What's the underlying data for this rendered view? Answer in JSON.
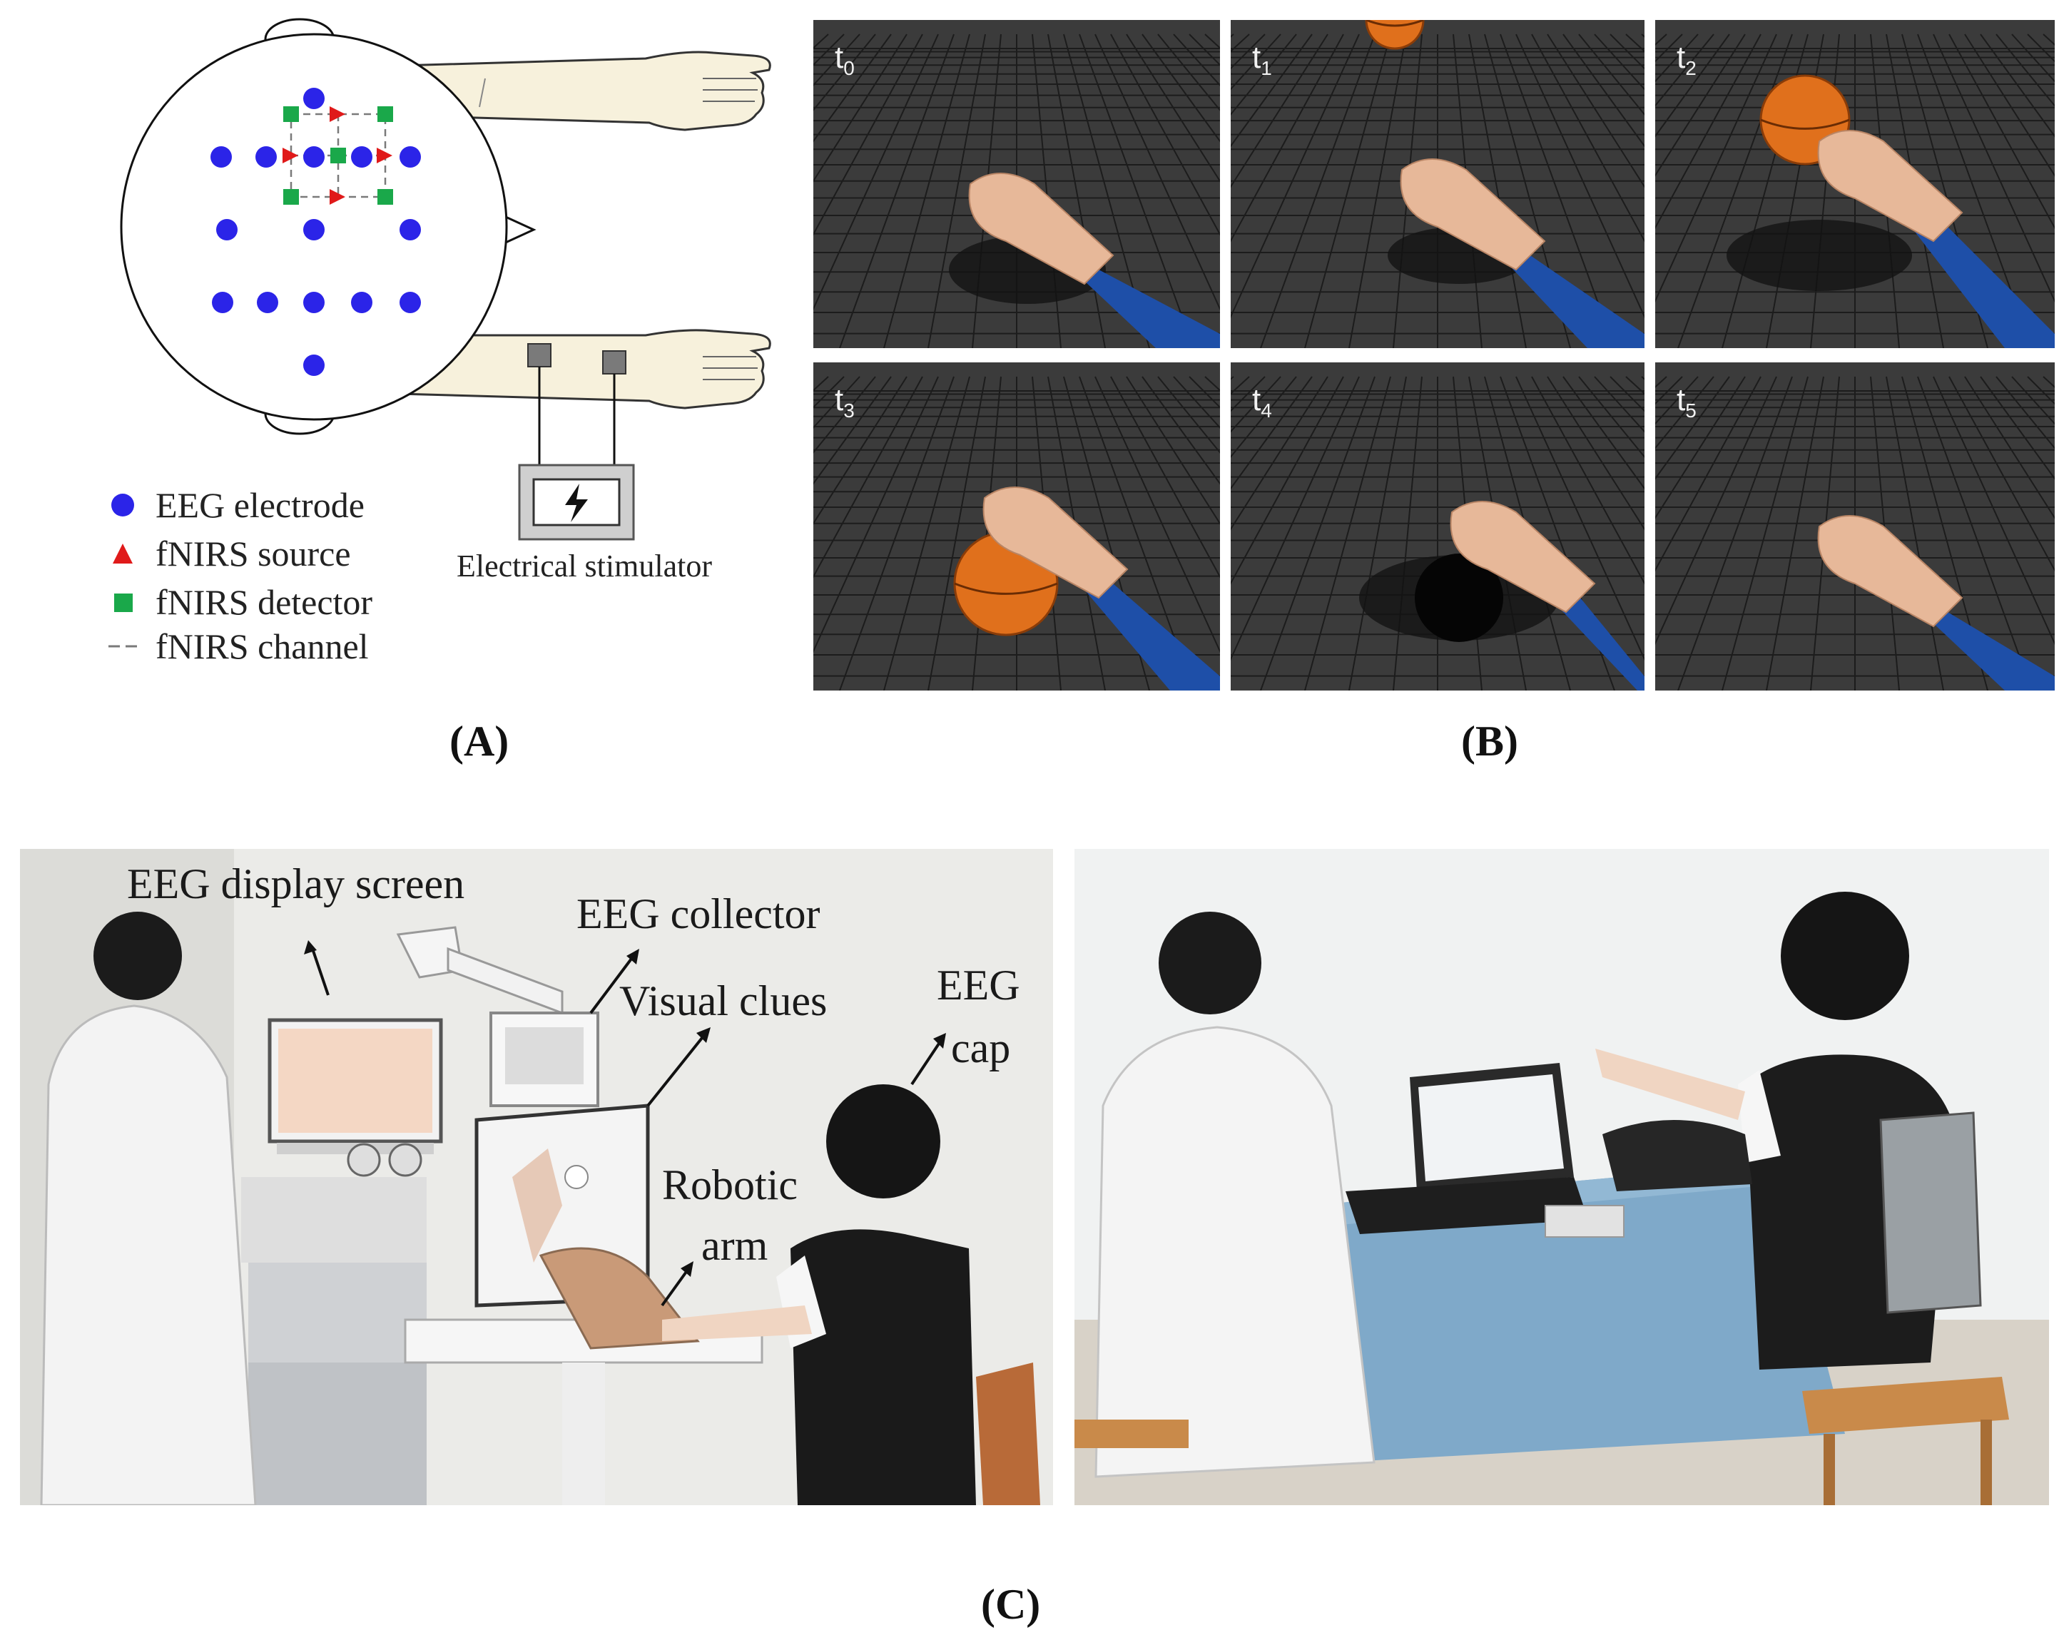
{
  "panel_a": {
    "legend": [
      {
        "symbol": "circle-icon",
        "label": "EEG electrode",
        "color": "#2b24e8"
      },
      {
        "symbol": "triangle-icon",
        "label": "fNIRS source",
        "color": "#e01a1a"
      },
      {
        "symbol": "square-icon",
        "label": "fNIRS detector",
        "color": "#1aa84a"
      },
      {
        "symbol": "dash-icon",
        "label": "fNIRS channel",
        "color": "#7a7a7a"
      }
    ],
    "stimulator_label": "Electrical stimulator",
    "caption": "(A)"
  },
  "panel_b": {
    "frames": [
      {
        "t": "t",
        "sub": "0"
      },
      {
        "t": "t",
        "sub": "1"
      },
      {
        "t": "t",
        "sub": "2"
      },
      {
        "t": "t",
        "sub": "3"
      },
      {
        "t": "t",
        "sub": "4"
      },
      {
        "t": "t",
        "sub": "5"
      }
    ],
    "caption": "(B)"
  },
  "panel_c": {
    "labels": {
      "display_screen": "EEG display screen",
      "collector": "EEG collector",
      "visual_clues": "Visual clues",
      "eeg_cap_line1": "EEG",
      "eeg_cap_line2": "cap",
      "robotic_line1": "Robotic",
      "robotic_line2": "arm"
    },
    "caption": "(C)"
  },
  "colors": {
    "electrode": "#2b24e8",
    "source": "#e01a1a",
    "detector": "#1aa84a",
    "arm_skin": "#f7f1dc",
    "ball": "#e0701c",
    "sleeve": "#1e4fa8",
    "grid_bg": "#3b3b3b"
  }
}
